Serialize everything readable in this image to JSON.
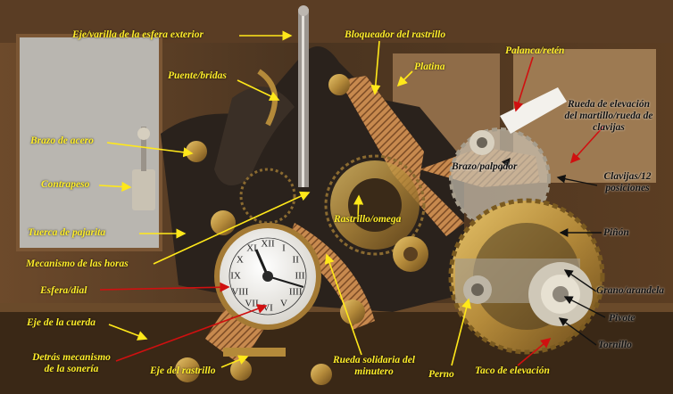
{
  "labels": {
    "eje_esfera": "Eje/varilla de la esfera exterior",
    "bloqueador": "Bloqueador del rastrillo",
    "palanca": "Palanca/retén",
    "puente": "Puente/bridas",
    "platina": "Platina",
    "rueda_elev_1": "Rueda de elevación",
    "rueda_elev_2": "del martillo/rueda de",
    "rueda_elev_3": "clavijas",
    "brazo_acero": "Brazo de acero",
    "brazo_palpador": "Brazo/palpador",
    "clavijas_1": "Clavijas/12",
    "clavijas_2": "posiciones",
    "contrapeso": "Contrapeso",
    "tuerca": "Tuerca de pajarita",
    "rastrillo": "Rastrillo/omega",
    "pinon": "Piñón",
    "mec_horas": "Mecanismo de las horas",
    "esfera_dial": "Esfera/dial",
    "grano": "Grano/arandela",
    "pivote": "Pivote",
    "eje_cuerda": "Eje de la cuerda",
    "tornillo": "Tornillo",
    "detras_1": "Detrás mecanismo",
    "detras_2": "de la sonería",
    "eje_rastrillo": "Eje del rastrillo",
    "rueda_minutero_1": "Rueda solidaria del",
    "rueda_minutero_2": "minutero",
    "perno": "Perno",
    "taco": "Taco de elevación"
  },
  "dial": {
    "numerals": [
      "XII",
      "I",
      "II",
      "III",
      "IIII",
      "V",
      "VI",
      "VII",
      "VIII",
      "IX",
      "X",
      "XI"
    ]
  },
  "colors": {
    "label_yellow": "#ffee2a",
    "label_black": "#111111",
    "arrow_yellow": "#ffe81a",
    "arrow_red": "#d01010",
    "arrow_black": "#111111"
  }
}
